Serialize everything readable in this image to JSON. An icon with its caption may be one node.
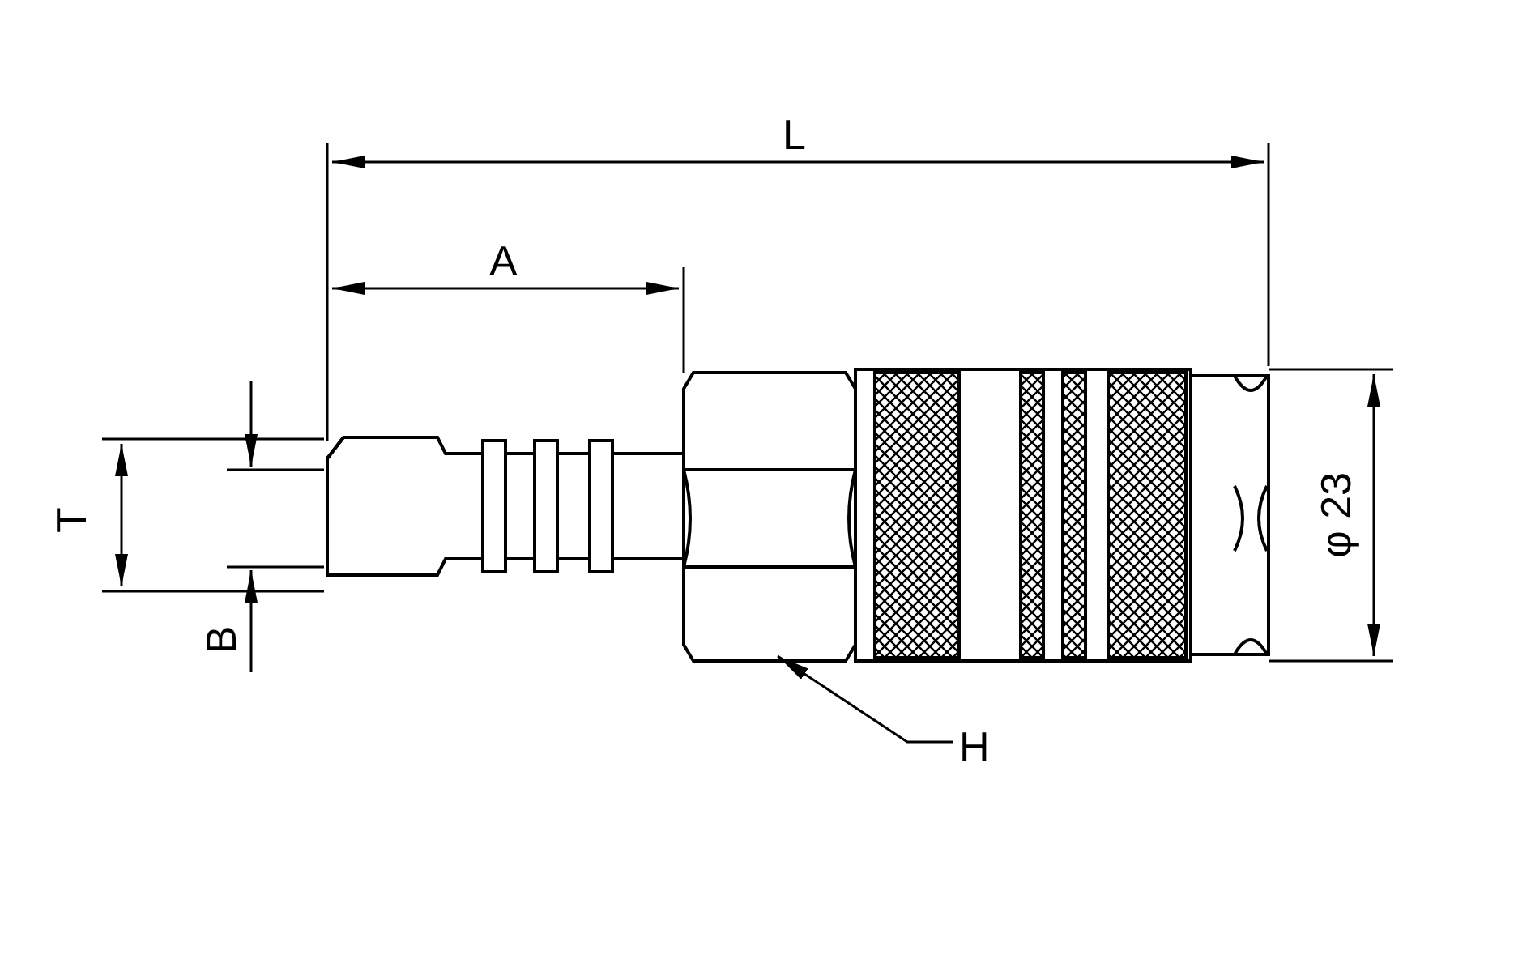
{
  "diagram": {
    "nodes": [
      {
        "text": [
          "H"
        ]
      },
      {
        "text": [],
        "shape": "picture"
      }
    ],
    "edges": [
      {
        "from": 0,
        "to": 1,
        "arrow": "to"
      }
    ],
    "labels": [
      "L",
      "A",
      "T",
      "B",
      "φ 23"
    ]
  }
}
